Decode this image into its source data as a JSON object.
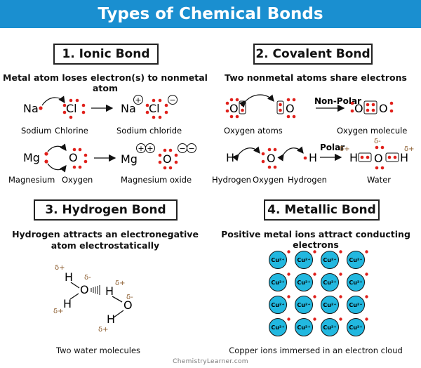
{
  "title": "Types of Chemical Bonds",
  "footer": "ChemistryLearner.com",
  "colors": {
    "header": "#1a8fd0",
    "electron": "#e0201b",
    "ion_fill": "#22b8e0",
    "delta": "#8a5a2b"
  },
  "ionic": {
    "heading": "1. Ionic Bond",
    "description": "Metal atom loses electron(s) to nonmetal atom",
    "row1": {
      "left": "Na",
      "middle": "Cl",
      "product_cation": "Na",
      "product_anion": "Cl",
      "cap_left": "Sodium",
      "cap_mid": "Chlorine",
      "cap_right": "Sodium chloride",
      "plus": "+",
      "minus": "−"
    },
    "row2": {
      "left": "Mg",
      "middle": "O",
      "product_cation": "Mg",
      "product_anion": "O",
      "cap_left": "Magnesium",
      "cap_mid": "Oxygen",
      "cap_right": "Magnesium oxide",
      "plus": "+",
      "minus": "−"
    }
  },
  "covalent": {
    "heading": "2. Covalent Bond",
    "description": "Two nonmetal atoms share electrons",
    "row1": {
      "atom": "O",
      "arrow_label": "Non-Polar",
      "cap_left": "Oxygen atoms",
      "cap_right": "Oxygen molecule"
    },
    "row2": {
      "h": "H",
      "o": "O",
      "arrow_label": "Polar",
      "cap_h1": "Hydrogen",
      "cap_o": "Oxygen",
      "cap_h2": "Hydrogen",
      "cap_right": "Water",
      "delta_plus": "δ+",
      "delta_minus": "δ-"
    }
  },
  "hydrogen": {
    "heading": "3. Hydrogen Bond",
    "description_line1": "Hydrogen attracts an electronegative",
    "description_line2": "atom electrostatically",
    "h": "H",
    "o": "O",
    "delta_plus": "δ+",
    "delta_minus": "δ-",
    "caption": "Two water molecules"
  },
  "metallic": {
    "heading": "4. Metallic Bond",
    "description": "Positive metal ions attract conducting electrons",
    "ion_label": "Cu²⁺",
    "caption": "Copper ions immersed in an electron cloud"
  }
}
